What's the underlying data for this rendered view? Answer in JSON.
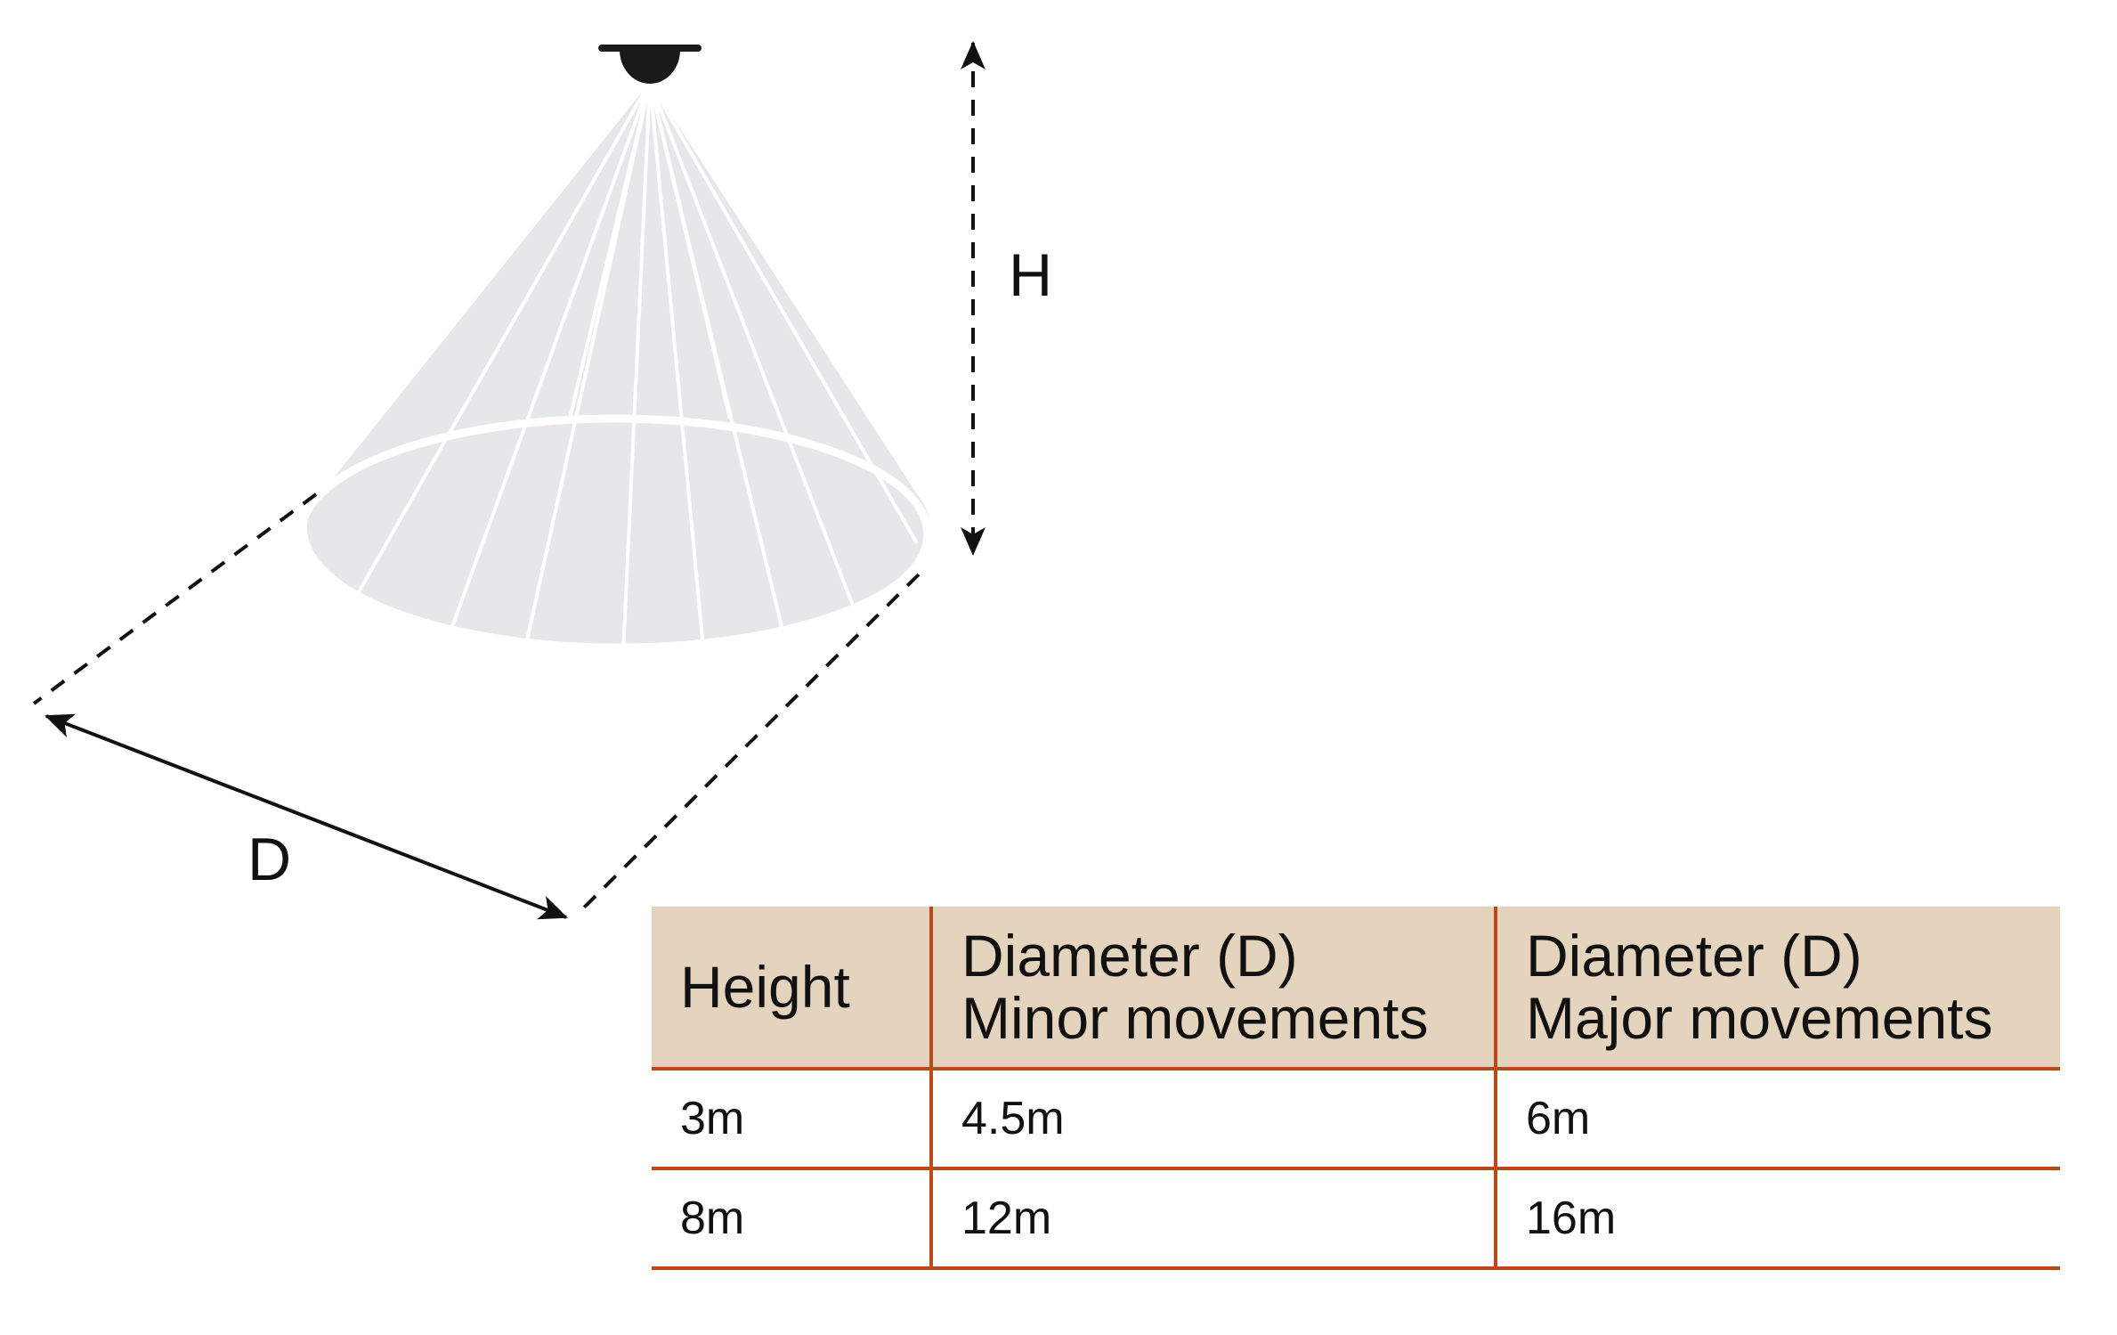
{
  "diagram": {
    "height_label": "H",
    "diameter_label": "D"
  },
  "table": {
    "headers": [
      {
        "lines": [
          "Height"
        ]
      },
      {
        "lines": [
          "Diameter (D)",
          "Minor movements"
        ]
      },
      {
        "lines": [
          "Diameter (D)",
          "Major movements"
        ]
      }
    ],
    "rows": [
      [
        "3m",
        "4.5m",
        "6m"
      ],
      [
        "8m",
        "12m",
        "16m"
      ]
    ]
  },
  "colors": {
    "header_fill": "#e4d3bd",
    "rule": "#b94a1a",
    "cone_fill": "#e6e7e9",
    "sensor": "#1a1a1a"
  }
}
